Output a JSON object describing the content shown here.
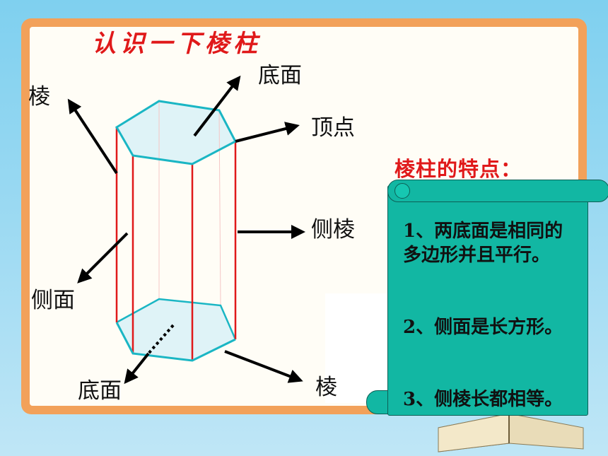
{
  "title": "认识一下棱柱",
  "labels": {
    "edge_top_left": "棱",
    "top_base": "底面",
    "vertex": "顶点",
    "lateral_edge": "侧棱",
    "lateral_face": "侧面",
    "bottom_base": "底面",
    "edge_bottom_right": "棱"
  },
  "features": {
    "heading": "棱柱的特点：",
    "items": [
      "1、两底面是相同的多边形并且平行。",
      "2、侧面是长方形。",
      "3、侧棱长都相等。"
    ]
  },
  "colors": {
    "title_red": "#e0191a",
    "prism_edge_cyan": "#1ab6c4",
    "lateral_edge_red": "#e0191a",
    "scroll_teal": "#12b7a3",
    "frame_orange": "#f2a15a"
  }
}
